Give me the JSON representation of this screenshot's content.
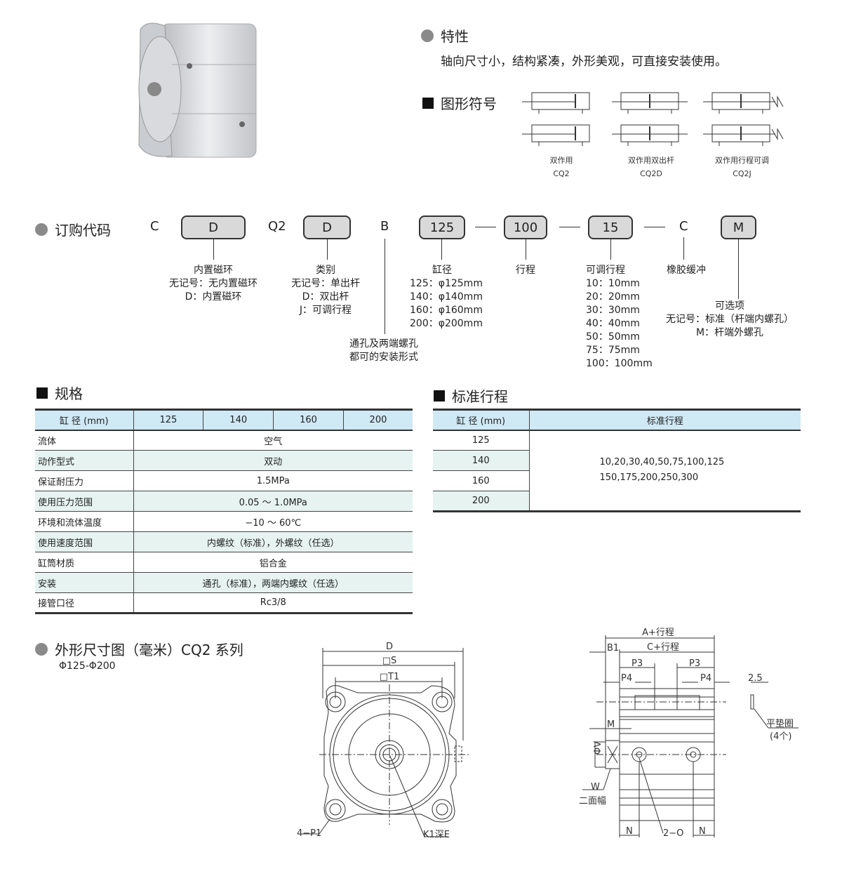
{
  "features": {
    "title": "特性",
    "text": "轴向尺寸小，结构紧凑，外形美观，可直接安装使用。"
  },
  "symbols": {
    "title": "图形符号",
    "items": [
      {
        "name": "双作用",
        "model": "CQ2"
      },
      {
        "name": "双作用双出杆",
        "model": "CQ2D"
      },
      {
        "name": "双作用行程可调",
        "model": "CQ2J"
      }
    ]
  },
  "order": {
    "title": "订购代码",
    "code": [
      "C",
      "D",
      "Q2",
      "D",
      "B",
      "125",
      "100",
      "15",
      "C",
      "M"
    ],
    "magnet": [
      "内置磁环",
      "无记号：无内置磁环",
      "D：内置磁环"
    ],
    "type": [
      "类别",
      "无记号：单出杆",
      "D：双出杆",
      "J：可调行程"
    ],
    "mount": [
      "通孔及两端螺孔",
      "都可的安装形式"
    ],
    "bore": [
      "缸径",
      "125：φ125mm",
      "140：φ140mm",
      "160：φ160mm",
      "200：φ200mm"
    ],
    "stroke": [
      "行程"
    ],
    "adj": [
      "可调行程",
      "10：10mm",
      "20：20mm",
      "30：30mm",
      "40：40mm",
      "50：50mm",
      "75：75mm",
      "100：100mm"
    ],
    "cushion": [
      "橡胶缓冲"
    ],
    "option": [
      "可选项",
      "无记号：标准（杆端内螺孔）",
      "M：杆端外螺孔"
    ]
  },
  "spec": {
    "title": "规格",
    "header": [
      "缸 径 (mm)",
      "125",
      "140",
      "160",
      "200"
    ],
    "rows": [
      [
        "流体",
        "空气"
      ],
      [
        "动作型式",
        "双动"
      ],
      [
        "保证耐压力",
        "1.5MPa"
      ],
      [
        "使用压力范围",
        "0.05 ～ 1.0MPa"
      ],
      [
        "环境和流体温度",
        "−10 ～ 60℃"
      ],
      [
        "使用速度范围",
        "内螺纹（标准），外螺纹（任选）"
      ],
      [
        "缸筒材质",
        "铝合金"
      ],
      [
        "安装",
        "通孔（标准），两端内螺纹（任选）"
      ],
      [
        "接管口径",
        "Rc3/8"
      ]
    ]
  },
  "stdstroke": {
    "title": "标准行程",
    "header": [
      "缸 径 (mm)",
      "标准行程"
    ],
    "bores": [
      "125",
      "140",
      "160",
      "200"
    ],
    "values": [
      "10,20,30,40,50,75,100,125",
      "150,175,200,250,300"
    ]
  },
  "dims": {
    "title": "外形尺寸图（毫米）CQ2 系列",
    "range": "Φ125-Φ200",
    "front": {
      "D": "D",
      "S": "□S",
      "T1": "□T1",
      "P1": "4−P1",
      "K1": "K1深E"
    },
    "side": {
      "A": "A+行程",
      "C": "C+行程",
      "B1": "B1",
      "P3": "P3",
      "P4": "P4",
      "M": "M",
      "V": "ΦV",
      "W": "W",
      "flats": "二面幅",
      "N": "N",
      "O": "2−O",
      "t": "2.5",
      "washer": "平垫圈",
      "count": "(4个)"
    }
  }
}
